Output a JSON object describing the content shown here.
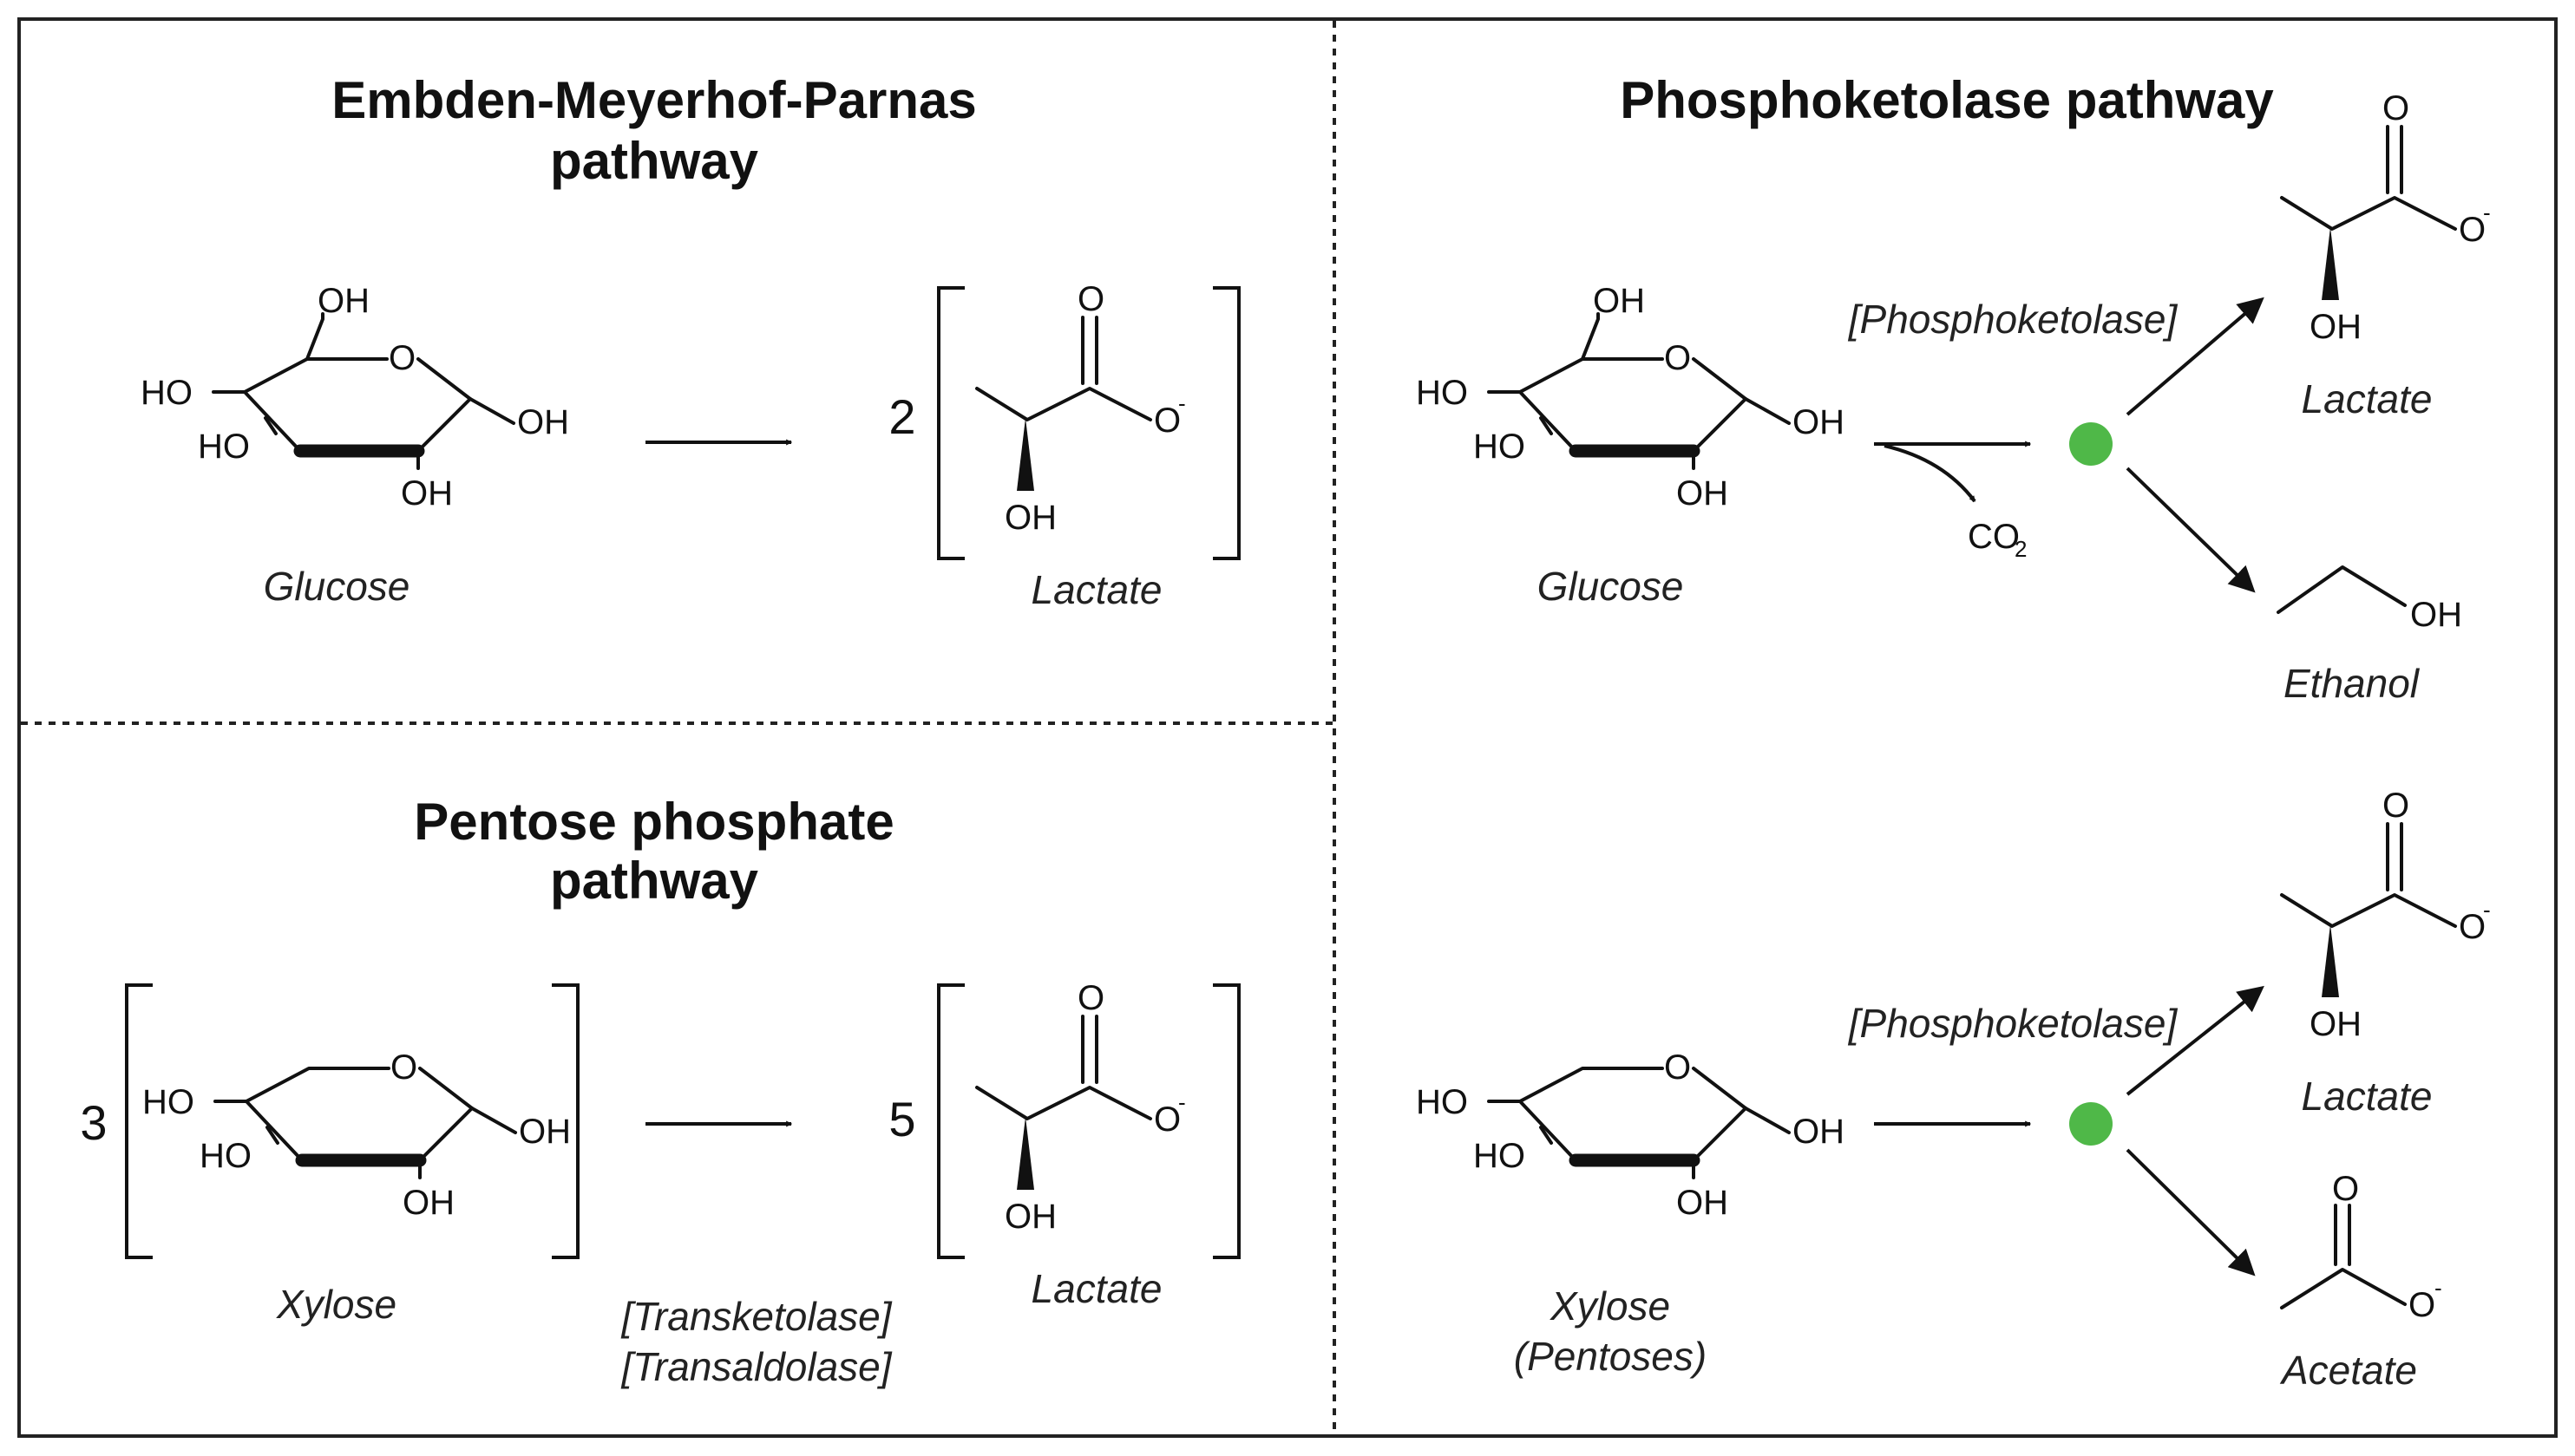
{
  "panels": {
    "emp": {
      "title_line1": "Embden-Meyerhof-Parnas",
      "title_line2": "pathway",
      "substrate": "Glucose",
      "coefficient": "2",
      "product": "Lactate"
    },
    "ppp": {
      "title_line1": "Pentose phosphate",
      "title_line2": "pathway",
      "substrate_coefficient": "3",
      "substrate": "Xylose",
      "coefficient": "5",
      "product": "Lactate",
      "enzyme_1": "[Transketolase]",
      "enzyme_2": "[Transaldolase]"
    },
    "pk": {
      "title": "Phosphoketolase pathway",
      "glucose": {
        "substrate": "Glucose",
        "enzyme": "[Phosphoketolase]",
        "byproduct": "CO",
        "byproduct_sub": "2",
        "product_1": "Lactate",
        "product_2": "Ethanol"
      },
      "xylose": {
        "substrate_line1": "Xylose",
        "substrate_line2": "(Pentoses)",
        "enzyme": "[Phosphoketolase]",
        "product_1": "Lactate",
        "product_2": "Acetate"
      }
    }
  },
  "atoms": {
    "oh": "OH",
    "ho": "HO",
    "o": "O",
    "minus": "-"
  },
  "colors": {
    "intermediate_dot": "#4fb848",
    "border": "#222222",
    "divider": "#222222"
  }
}
